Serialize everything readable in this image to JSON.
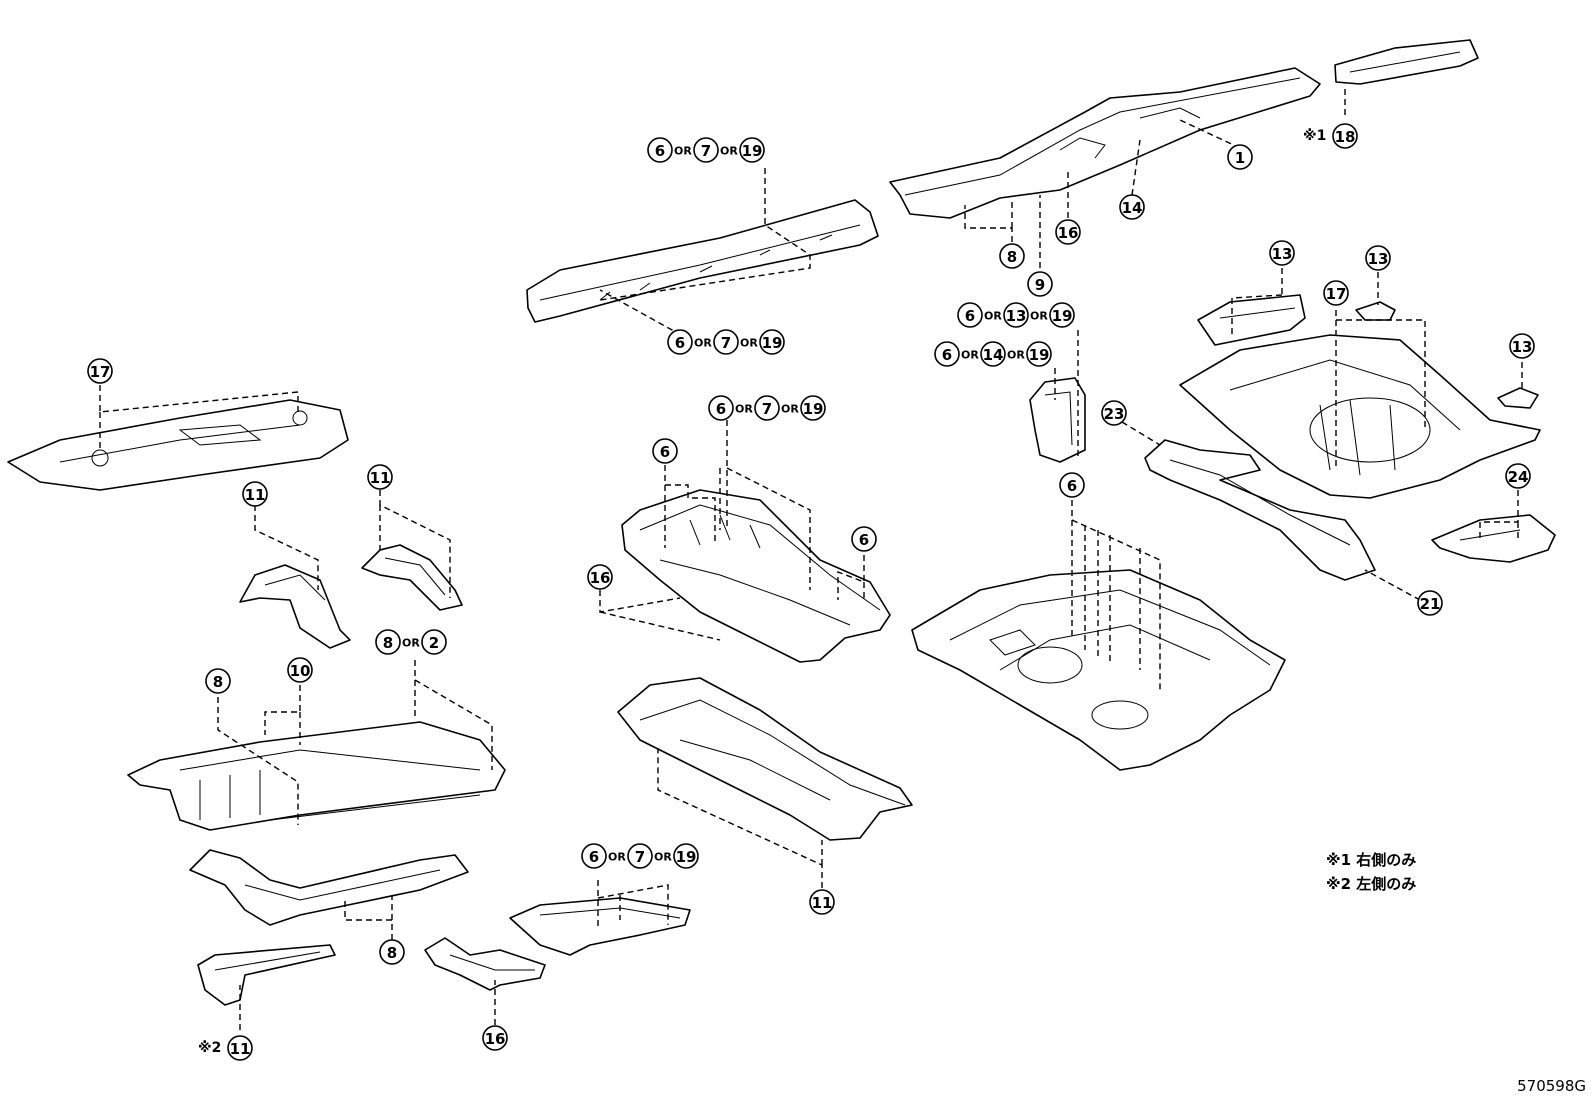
{
  "diagram_id": "570598G",
  "notes": [
    {
      "mark": "※1",
      "text": "右側のみ"
    },
    {
      "mark": "※2",
      "text": "左側のみ"
    }
  ],
  "callouts": [
    {
      "id": "c1",
      "items": [
        "1"
      ]
    },
    {
      "id": "c18",
      "mark": "※1",
      "items": [
        "18"
      ]
    },
    {
      "id": "c14",
      "items": [
        "14"
      ]
    },
    {
      "id": "c16a",
      "items": [
        "16"
      ]
    },
    {
      "id": "c8a",
      "items": [
        "8"
      ]
    },
    {
      "id": "c9",
      "items": [
        "9"
      ]
    },
    {
      "id": "c6-7-19-top",
      "items": [
        "6",
        "7",
        "19"
      ],
      "sep": "OR"
    },
    {
      "id": "c6-7-19-mid",
      "items": [
        "6",
        "7",
        "19"
      ],
      "sep": "OR"
    },
    {
      "id": "c6-13-19",
      "items": [
        "6",
        "13",
        "19"
      ],
      "sep": "OR"
    },
    {
      "id": "c6-14-19",
      "items": [
        "6",
        "14",
        "19"
      ],
      "sep": "OR"
    },
    {
      "id": "c13a",
      "items": [
        "13"
      ]
    },
    {
      "id": "c13b",
      "items": [
        "13"
      ]
    },
    {
      "id": "c13c",
      "items": [
        "13"
      ]
    },
    {
      "id": "c17a",
      "items": [
        "17"
      ]
    },
    {
      "id": "c17b",
      "items": [
        "17"
      ]
    },
    {
      "id": "c23",
      "items": [
        "23"
      ]
    },
    {
      "id": "c24",
      "items": [
        "24"
      ]
    },
    {
      "id": "c21",
      "items": [
        "21"
      ]
    },
    {
      "id": "c11a",
      "items": [
        "11"
      ]
    },
    {
      "id": "c11b",
      "items": [
        "11"
      ]
    },
    {
      "id": "c8-2",
      "items": [
        "8",
        "2"
      ],
      "sep": "OR"
    },
    {
      "id": "c10",
      "items": [
        "10"
      ]
    },
    {
      "id": "c8b",
      "items": [
        "8"
      ]
    },
    {
      "id": "c6a",
      "items": [
        "6"
      ]
    },
    {
      "id": "c6-7-19-c",
      "items": [
        "6",
        "7",
        "19"
      ],
      "sep": "OR"
    },
    {
      "id": "c6b",
      "items": [
        "6"
      ]
    },
    {
      "id": "c16b",
      "items": [
        "16"
      ]
    },
    {
      "id": "c6c",
      "items": [
        "6"
      ]
    },
    {
      "id": "c11c",
      "items": [
        "11"
      ]
    },
    {
      "id": "c8c",
      "items": [
        "8"
      ]
    },
    {
      "id": "c6-7-19-bot",
      "items": [
        "6",
        "7",
        "19"
      ],
      "sep": "OR"
    },
    {
      "id": "c16c",
      "items": [
        "16"
      ]
    },
    {
      "id": "c11d",
      "mark": "※2",
      "items": [
        "11"
      ]
    }
  ]
}
